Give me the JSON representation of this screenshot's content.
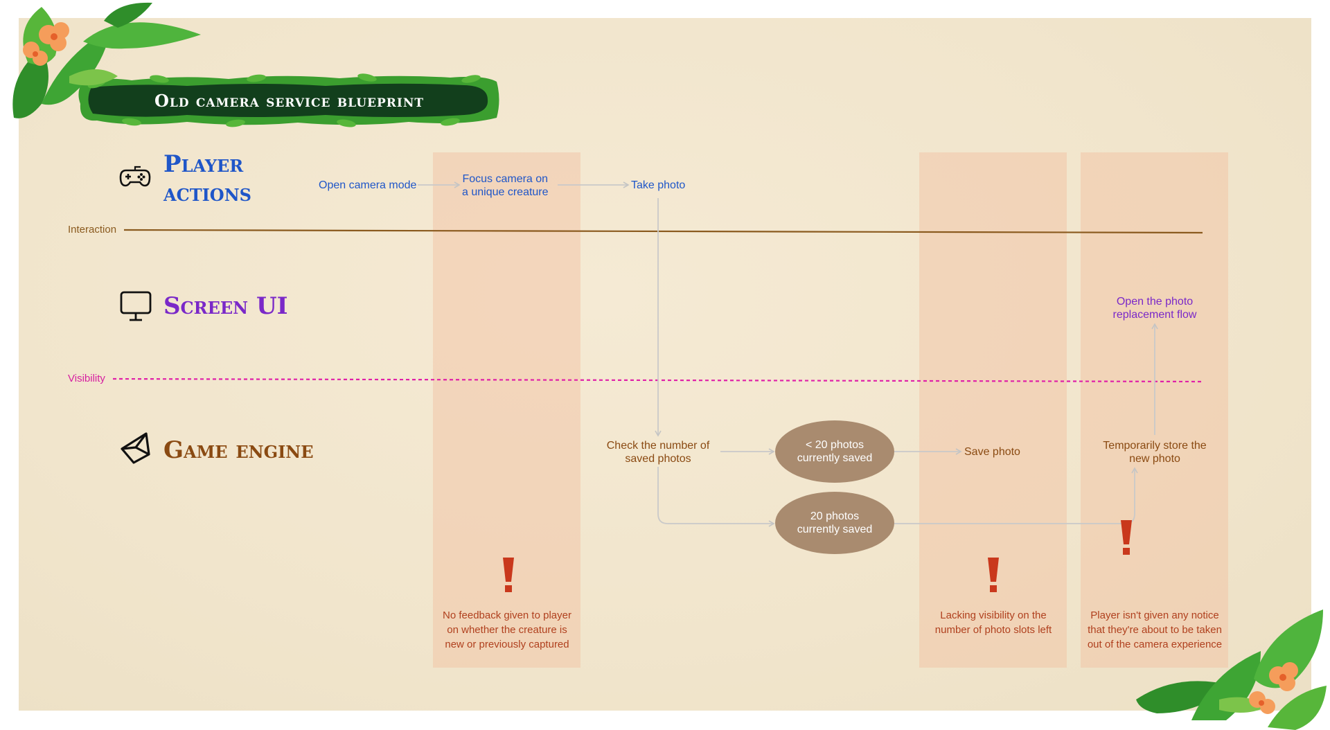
{
  "title": "Old camera service blueprint",
  "colors": {
    "player": "#1f56c8",
    "screen": "#7a28c8",
    "engine": "#8a4a12",
    "interaction_line": "#8a5a1e",
    "visibility_line": "#e020a8",
    "connector": "#c9c9c9",
    "pain": "#c9381c",
    "oval": "#a98b6f",
    "column": "#f2bea0"
  },
  "lanes": {
    "player": {
      "title_line1": "Player",
      "title_line2": "actions",
      "icon": "gamepad-icon"
    },
    "screen": {
      "title": "Screen UI",
      "icon": "monitor-icon"
    },
    "engine": {
      "title": "Game engine",
      "icon": "unity-logo-icon"
    }
  },
  "lines": {
    "interaction": "Interaction",
    "visibility": "Visibility"
  },
  "nodes": {
    "open_camera": "Open camera mode",
    "focus_line1": "Focus camera on",
    "focus_line2": "a unique creature",
    "take_photo": "Take photo",
    "open_replacement_line1": "Open the photo",
    "open_replacement_line2": "replacement flow",
    "check_line1": "Check the number of",
    "check_line2": "saved photos",
    "less_line1": "< 20 photos",
    "less_line2": "currently saved",
    "full_line1": "20 photos",
    "full_line2": "currently saved",
    "save_photo": "Save photo",
    "temp_line1": "Temporarily store the",
    "temp_line2": "new photo"
  },
  "pain_points": [
    {
      "line1": "No feedback given to player",
      "line2": "on whether the creature is",
      "line3": "new or previously captured"
    },
    {
      "line1": "Lacking visibility on the",
      "line2": "number of photo slots left"
    },
    {
      "line1": "Player isn't given any notice",
      "line2": "that they're about to be taken",
      "line3": "out of the camera experience"
    }
  ]
}
